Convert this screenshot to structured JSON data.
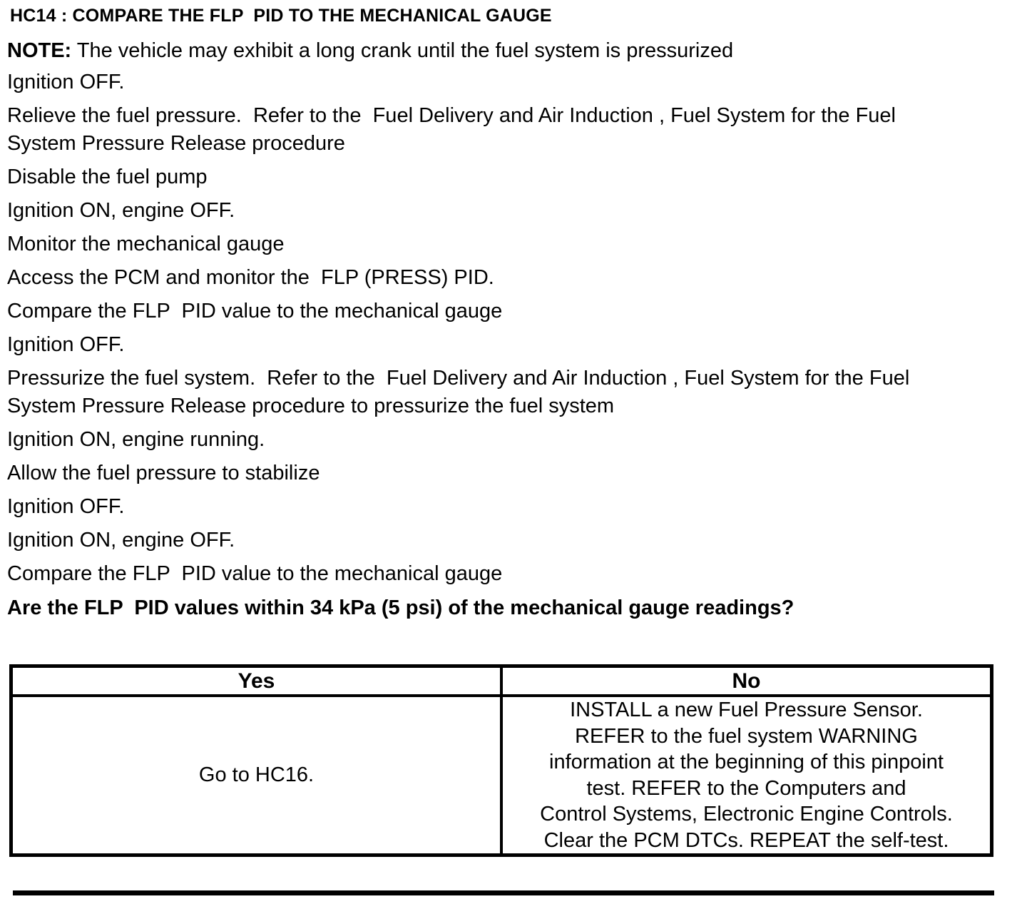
{
  "document": {
    "title": "HC14 : COMPARE THE FLP  PID TO THE MECHANICAL GAUGE",
    "note_label": "NOTE:",
    "note_text": " The vehicle may exhibit a long crank until the fuel system is pressurized",
    "steps": [
      "Ignition OFF.",
      "Relieve the fuel pressure.  Refer to the  Fuel Delivery and Air Induction , Fuel System for the Fuel System Pressure Release procedure",
      "Disable the fuel pump",
      "Ignition ON, engine OFF.",
      "Monitor the mechanical gauge",
      "Access the PCM and monitor the  FLP (PRESS) PID.",
      "Compare the FLP  PID value to the mechanical gauge",
      "Ignition OFF.",
      "Pressurize the fuel system.  Refer to the  Fuel Delivery and Air Induction , Fuel System for the Fuel System Pressure Release procedure to pressurize the fuel system",
      "Ignition ON, engine running.",
      "Allow the fuel pressure to stabilize",
      "Ignition OFF.",
      "Ignition ON, engine OFF.",
      "Compare the FLP  PID value to the mechanical gauge"
    ],
    "question": "Are the FLP  PID values within 34 kPa (5 psi) of the mechanical gauge readings?"
  },
  "result_table": {
    "yes_header": "Yes",
    "no_header": "No",
    "yes_action": "Go to HC16.",
    "no_action_lines": [
      "INSTALL a new Fuel Pressure Sensor.",
      "REFER to the fuel system WARNING",
      "information at the beginning of this pinpoint",
      "test. REFER to the Computers and",
      "Control Systems, Electronic Engine Controls.",
      "Clear the PCM DTCs. REPEAT the self-test."
    ]
  }
}
